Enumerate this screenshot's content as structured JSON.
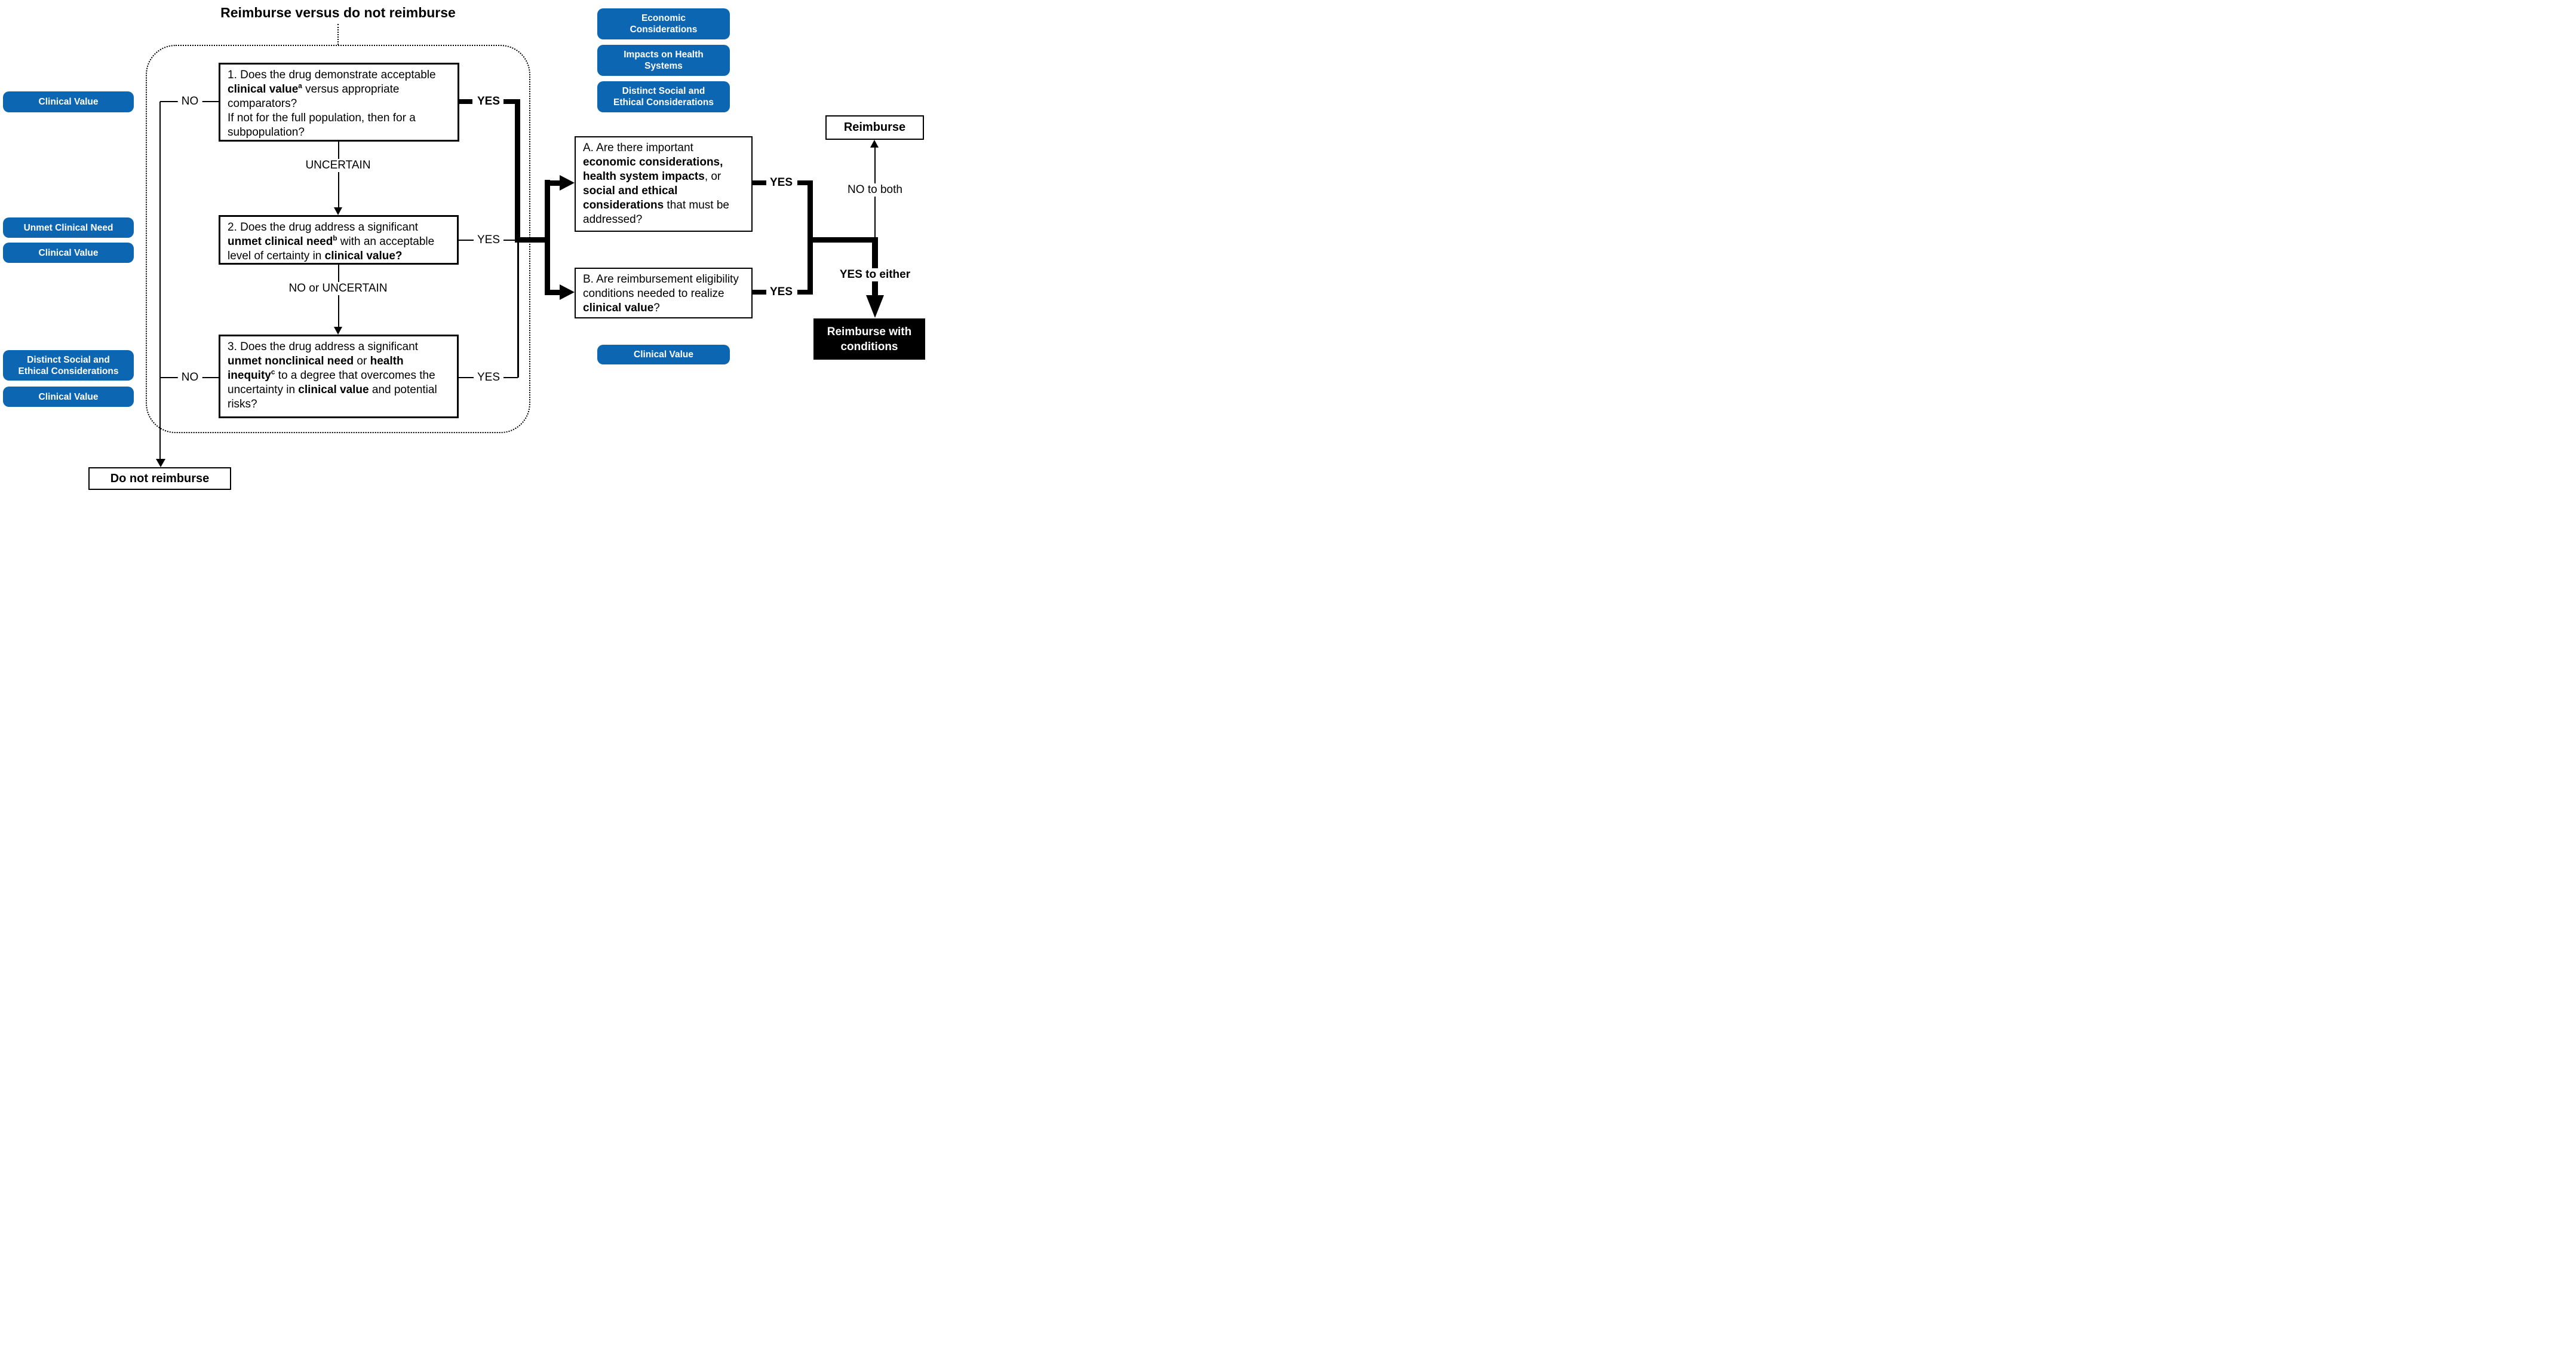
{
  "colors": {
    "accent_blue": "#0d66b2",
    "line_black": "#000000"
  },
  "title": "Reimburse versus do not reimburse",
  "left_labels": [
    {
      "label": "Clinical Value"
    },
    {
      "label": "Unmet Clinical Need"
    },
    {
      "label": "Clinical Value"
    },
    {
      "label": "Distinct Social and\nEthical Considerations"
    },
    {
      "label": "Clinical Value"
    }
  ],
  "right_labels_top": [
    {
      "label": "Economic\nConsiderations"
    },
    {
      "label": "Impacts on Health\nSystems"
    },
    {
      "label": "Distinct Social and\nEthical Considerations"
    }
  ],
  "right_label_bottom": {
    "label": "Clinical Value"
  },
  "questions": {
    "q1": [
      {
        "t": "1. Does the drug demonstrate acceptable "
      },
      {
        "t": "clinical value",
        "b": true
      },
      {
        "t": "a",
        "b": true,
        "sup": true
      },
      {
        "t": " versus appropriate comparators?"
      },
      {
        "t": "\nIf not for the full population, then for a subpopulation?"
      }
    ],
    "q2": [
      {
        "t": "2. Does the drug address a significant "
      },
      {
        "t": "unmet clinical need",
        "b": true
      },
      {
        "t": "b",
        "b": true,
        "sup": true
      },
      {
        "t": " with an acceptable level of certainty in "
      },
      {
        "t": "clinical value?",
        "b": true
      }
    ],
    "q3": [
      {
        "t": "3. Does the drug address a significant "
      },
      {
        "t": "unmet nonclinical need",
        "b": true
      },
      {
        "t": " or "
      },
      {
        "t": "health inequity",
        "b": true
      },
      {
        "t": "c",
        "b": true,
        "sup": true
      },
      {
        "t": " to a degree that overcomes the uncertainty in "
      },
      {
        "t": "clinical value",
        "b": true
      },
      {
        "t": " and potential risks?"
      }
    ],
    "qa": [
      {
        "t": "A. Are there important "
      },
      {
        "t": "economic considerations,",
        "b": true
      },
      {
        "t": " "
      },
      {
        "t": "health system impacts",
        "b": true
      },
      {
        "t": ", or "
      },
      {
        "t": "social and ethical considerations",
        "b": true
      },
      {
        "t": " that must be addressed?"
      }
    ],
    "qb": [
      {
        "t": "B. Are reimbursement eligibility conditions needed to realize "
      },
      {
        "t": "clinical value",
        "b": true
      },
      {
        "t": "?"
      }
    ]
  },
  "edge_labels": {
    "no_q1": "NO",
    "no_q3": "NO",
    "uncertain": "UNCERTAIN",
    "no_or_uncertain": "NO or UNCERTAIN",
    "yes_q1": "YES",
    "yes_q2": "YES",
    "yes_q3": "YES",
    "yes_a": "YES",
    "yes_b": "YES",
    "no_to_both": "NO to both",
    "yes_to_either": "YES to either"
  },
  "outcomes": {
    "reimburse": "Reimburse",
    "reimburse_with_conditions": "Reimburse with\nconditions",
    "do_not_reimburse": "Do not reimburse"
  }
}
